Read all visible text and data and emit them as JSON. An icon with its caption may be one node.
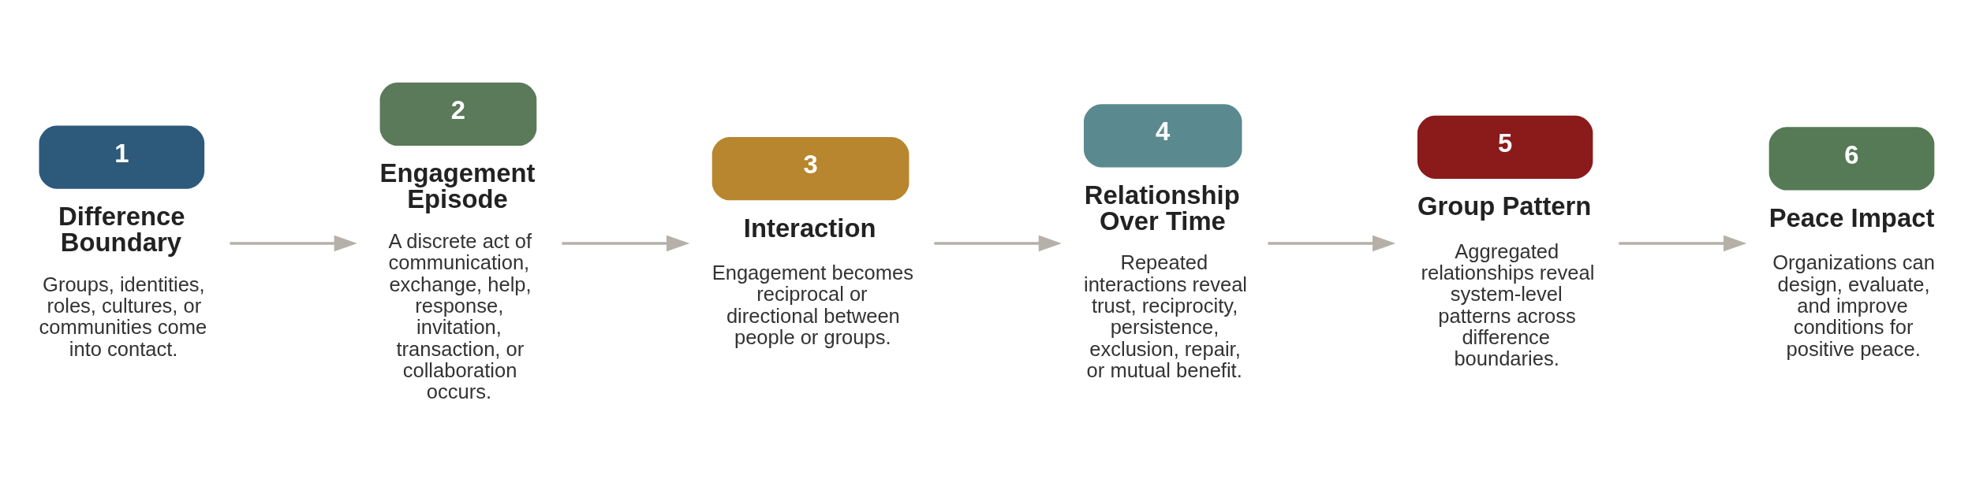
{
  "diagram": {
    "nodes": [
      {
        "text": [
          "1",
          "Difference Boundary",
          "Groups, identities, roles, cultures, or communities come into contact."
        ]
      },
      {
        "text": [
          "2",
          "Engagement Episode",
          "A discrete act of communication, exchange, help, response, invitation, transaction, or collaboration occurs."
        ]
      },
      {
        "text": [
          "3",
          "Interaction",
          "Engagement becomes reciprocal or directional between people or groups."
        ]
      },
      {
        "text": [
          "4",
          "Relationship Over Time",
          "Repeated interactions reveal trust, reciprocity, persistence, exclusion, repair, or mutual benefit."
        ]
      },
      {
        "text": [
          "5",
          "Group Pattern",
          "Aggregated relationships reveal system-level patterns across difference boundaries."
        ]
      },
      {
        "text": [
          "6",
          "Peace Impact",
          "Organizations can design, evaluate, and improve conditions for positive peace."
        ]
      }
    ],
    "edges": [
      {
        "from": 0,
        "to": 1,
        "arrow": "to"
      },
      {
        "from": 1,
        "to": 2,
        "arrow": "to"
      },
      {
        "from": 2,
        "to": 3,
        "arrow": "to"
      },
      {
        "from": 3,
        "to": 4,
        "arrow": "to"
      },
      {
        "from": 4,
        "to": 5,
        "arrow": "to"
      }
    ]
  }
}
